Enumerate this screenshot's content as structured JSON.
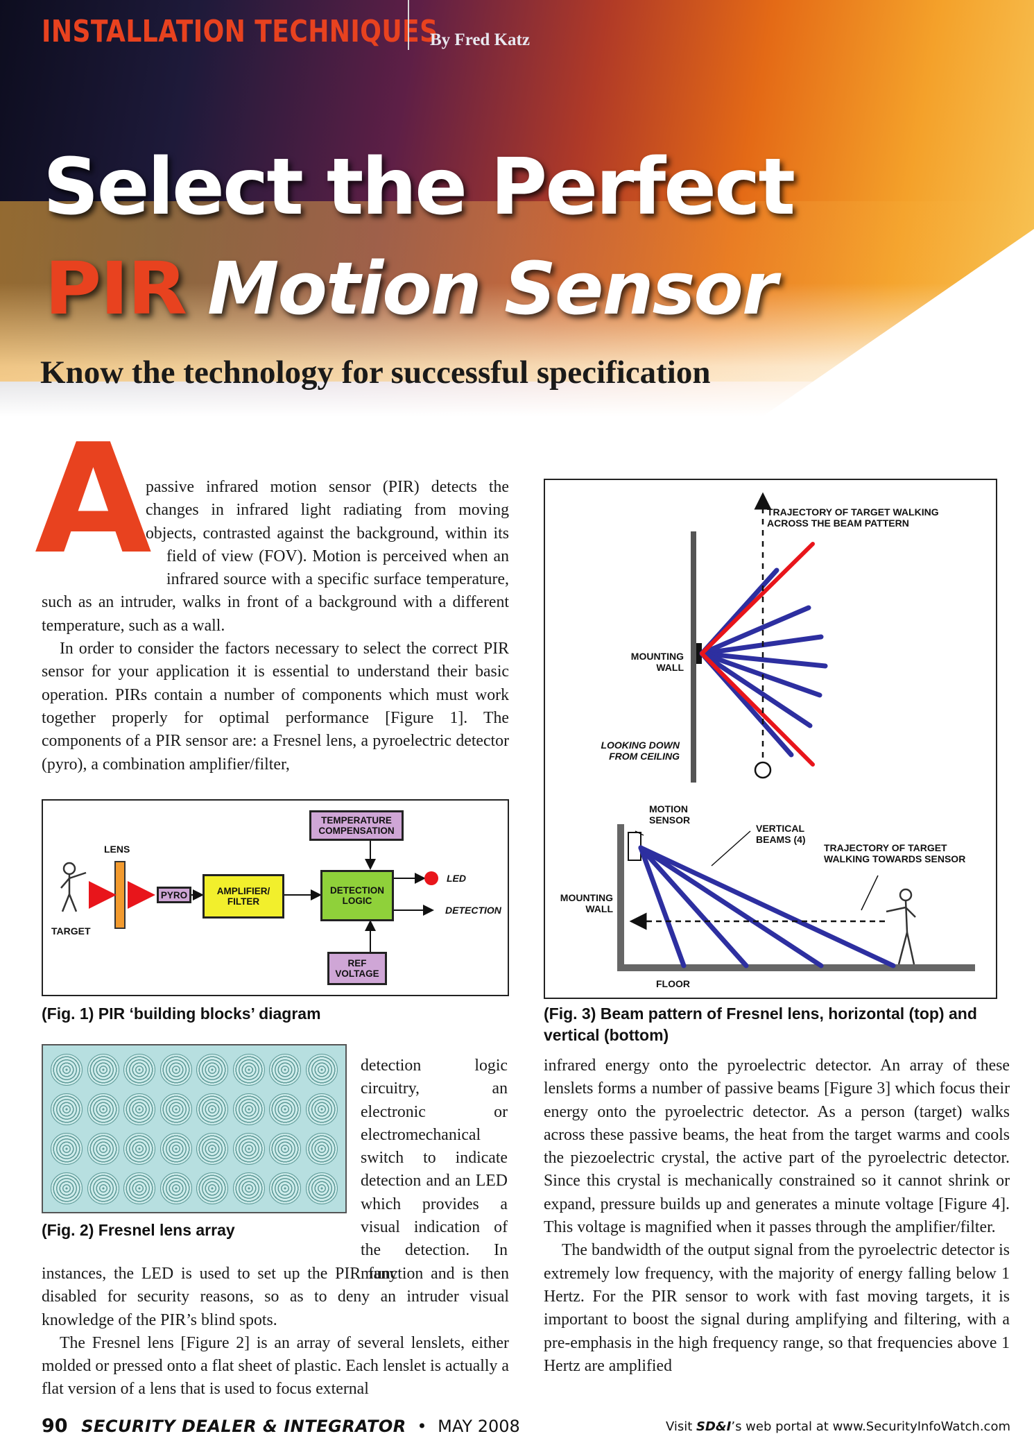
{
  "header": {
    "section": "INSTALLATION TECHNIQUES",
    "byline": "By Fred Katz",
    "title_line1": "Select the Perfect",
    "title_pir": "PIR",
    "title_line2": "Motion Sensor",
    "subtitle": "Know the technology for successful specification"
  },
  "article": {
    "drop_cap": "A",
    "p1": "passive infrared motion sensor (PIR) detects the changes in infrared light radiating from moving objects, contrasted against the background, within its field of view (FOV). Motion is perceived when an infrared source with a specific surface temperature, such as an intruder, walks in front of a background with a different temperature, such as a wall.",
    "p2": "In order to consider the factors necessary to select the correct PIR sensor for your application it is essential to understand their basic operation. PIRs contain a number of components which must work together properly for optimal performance [Figure 1]. The components of a PIR sensor are: a Fresnel lens, a pyroelectric detector (pyro), a combination amplifier/filter,",
    "p3_narrow": "detection logic circuitry, an electronic or electromechanical switch to indicate detection and an LED which provides a visual indication of the detection. In many",
    "p3_wide": "instances, the LED is used to set up the PIR function and is then disabled for security reasons, so as to deny an intruder visual knowledge of the PIR’s blind spots.",
    "p4": "The Fresnel lens [Figure 2] is an array of several lenslets, either molded or pressed onto a flat sheet of plastic. Each lenslet is actually a flat version of a lens that is used to focus external",
    "p5": "infrared energy onto the pyroelectric detector. An array of these lenslets forms a number of passive beams [Figure 3] which focus their energy onto the pyroelectric detector. As a person (target) walks across these passive beams, the heat from the target warms and cools the piezoelectric crystal, the active part of the pyroelectric detector. Since this crystal is mechanically constrained so it cannot shrink or expand, pressure builds up and generates a minute voltage [Figure 4]. This voltage is magnified when it passes through the amplifier/filter.",
    "p6": "The bandwidth of the output signal from the pyroelectric detector is extremely low frequency, with the majority of energy falling below 1 Hertz. For the PIR sensor to work with fast moving targets, it is important to boost the signal during amplifying and filtering, with a pre-emphasis in the high frequency range, so that frequencies above 1 Hertz are amplified"
  },
  "fig1": {
    "caption": "(Fig. 1) PIR ‘building blocks’ diagram",
    "lens": "LENS",
    "target": "TARGET",
    "pyro": "PYRO",
    "amp1": "AMPLIFIER/",
    "amp2": "FILTER",
    "temp1": "TEMPERATURE",
    "temp2": "COMPENSATION",
    "det1": "DETECTION",
    "det2": "LOGIC",
    "ref1": "REF",
    "ref2": "VOLTAGE",
    "led": "LED",
    "detection": "DETECTION",
    "colors": {
      "amp": "#f2ef2c",
      "det": "#8fd13a",
      "purple": "#cfa6d6",
      "led": "#e8151b",
      "arrow": "#e8151b"
    }
  },
  "fig2": {
    "caption": "(Fig. 2) Fresnel lens array",
    "rows": 4,
    "cols": 8
  },
  "fig3": {
    "caption": "(Fig. 3) Beam pattern of Fresnel lens, horizontal (top) and vertical (bottom)",
    "traj_across_1": "TRAJECTORY OF TARGET WALKING",
    "traj_across_2": "ACROSS THE BEAM PATTERN",
    "mounting_wall_1": "MOUNTING",
    "mounting_wall_2": "WALL",
    "looking_down_1": "LOOKING DOWN",
    "looking_down_2": "FROM CEILING",
    "motion_sensor_1": "MOTION",
    "motion_sensor_2": "SENSOR",
    "vertical_beams_1": "VERTICAL",
    "vertical_beams_2": "BEAMS (4)",
    "traj_towards_1": "TRAJECTORY OF TARGET",
    "traj_towards_2": "WALKING TOWARDS SENSOR",
    "floor": "FLOOR",
    "colors": {
      "beam": "#2d2fa0",
      "edge": "#e8151b"
    }
  },
  "footer": {
    "page": "90",
    "magazine": "SECURITY DEALER & INTEGRATOR",
    "sep": "•",
    "date": "MAY 2008",
    "visit_pre": "Visit ",
    "brand": "SD&I",
    "visit_post": "’s web portal at www.SecurityInfoWatch.com"
  }
}
